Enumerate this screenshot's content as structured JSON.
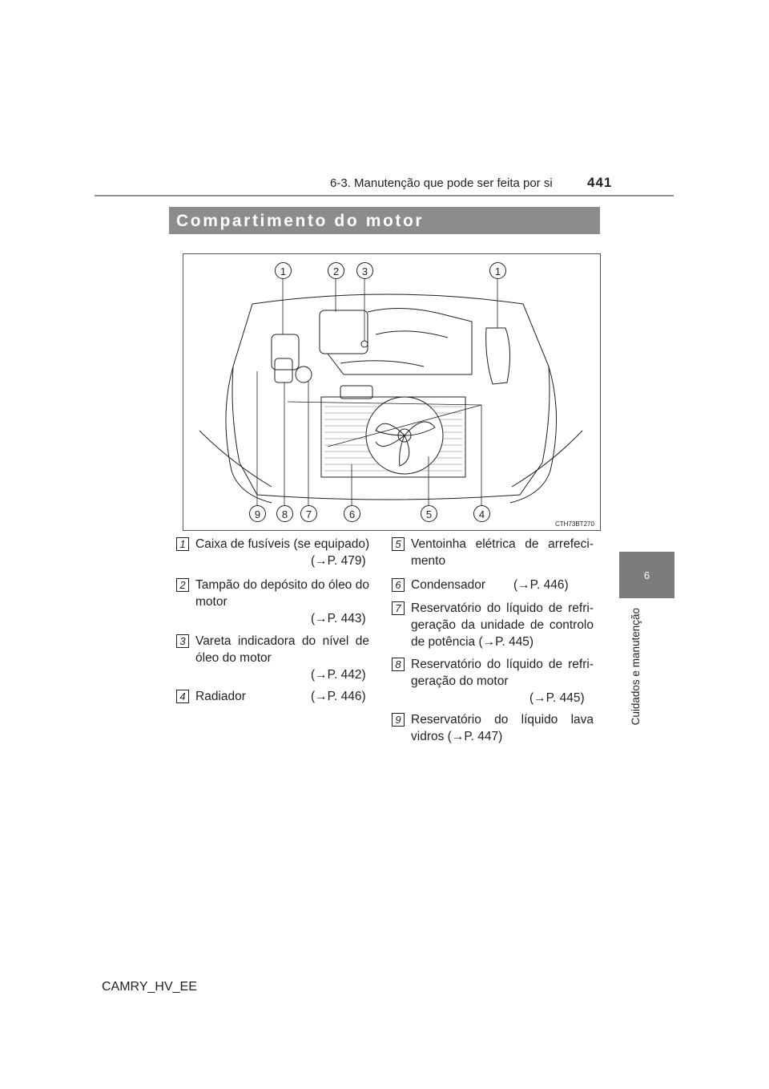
{
  "header": {
    "section": "6-3. Manutenção que pode ser feita por si",
    "page_number": "441"
  },
  "side_tab": {
    "number": "6",
    "label": "Cuidados e manutenção"
  },
  "title": "Compartimento do motor",
  "figure": {
    "code": "CTH73BT270",
    "callouts_top": [
      "1",
      "2",
      "3",
      "1"
    ],
    "callouts_bottom": [
      "9",
      "8",
      "7",
      "6",
      "5",
      "4"
    ]
  },
  "legend": [
    {
      "num": "1",
      "line1": "Caixa de fusíveis (se equipado)",
      "line2": "",
      "line3": "",
      "ref": "(→P. 479)"
    },
    {
      "num": "2",
      "line1": "Tampão do depósito do óleo do",
      "line2": "motor",
      "line3": "",
      "ref": "(→P. 443)"
    },
    {
      "num": "3",
      "line1": "Vareta indicadora do nível de",
      "line2": "óleo do motor",
      "line3": "",
      "ref": "(→P. 442)"
    },
    {
      "num": "4",
      "line1": "Radiador",
      "line2": "",
      "line3": "",
      "ref": "(→P. 446)"
    },
    {
      "num": "5",
      "line1": "Ventoinha elétrica de arrefeci-",
      "line2": "mento",
      "line3": "",
      "ref": ""
    },
    {
      "num": "6",
      "line1": "Condensador",
      "line2": "",
      "line3": "",
      "ref": "(→P. 446)"
    },
    {
      "num": "7",
      "line1": "Reservatório do líquido de refri-",
      "line2": "geração da unidade de controlo",
      "line3": "de potência (→P. 445)",
      "ref": ""
    },
    {
      "num": "8",
      "line1": "Reservatório do líquido de refri-",
      "line2": "geração do motor",
      "line3": "",
      "ref": "(→P. 445)"
    },
    {
      "num": "9",
      "line1": "Reservatório do líquido lava",
      "line2": "vidros (→P. 447)",
      "line3": "",
      "ref": ""
    }
  ],
  "footer": "CAMRY_HV_EE"
}
